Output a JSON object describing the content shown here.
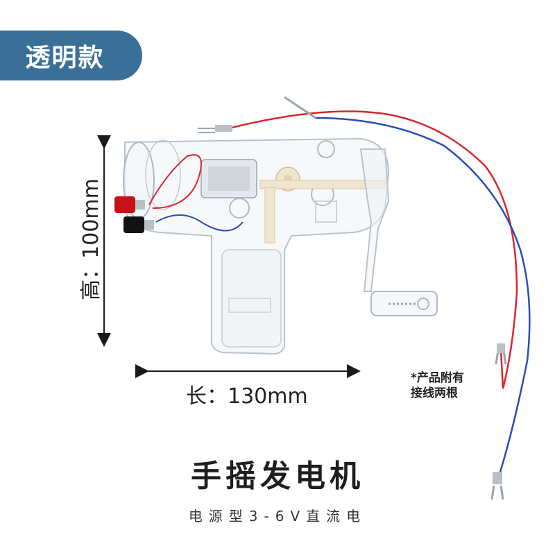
{
  "badge": {
    "label": "透明款",
    "color": "#3a6f98"
  },
  "dimensions": {
    "height_label": "高：100mm",
    "length_label": "长：130mm"
  },
  "note": {
    "line1": "*产品附有",
    "line2": "接线两根"
  },
  "product": {
    "title": "手摇发电机",
    "subtitle": "电源型3-6V直流电"
  },
  "colors": {
    "wire_red": "#d8262e",
    "wire_blue": "#2b4bb8",
    "terminal_red": "#c8121a",
    "terminal_black": "#111111",
    "gear_cream": "#efe6cd"
  }
}
